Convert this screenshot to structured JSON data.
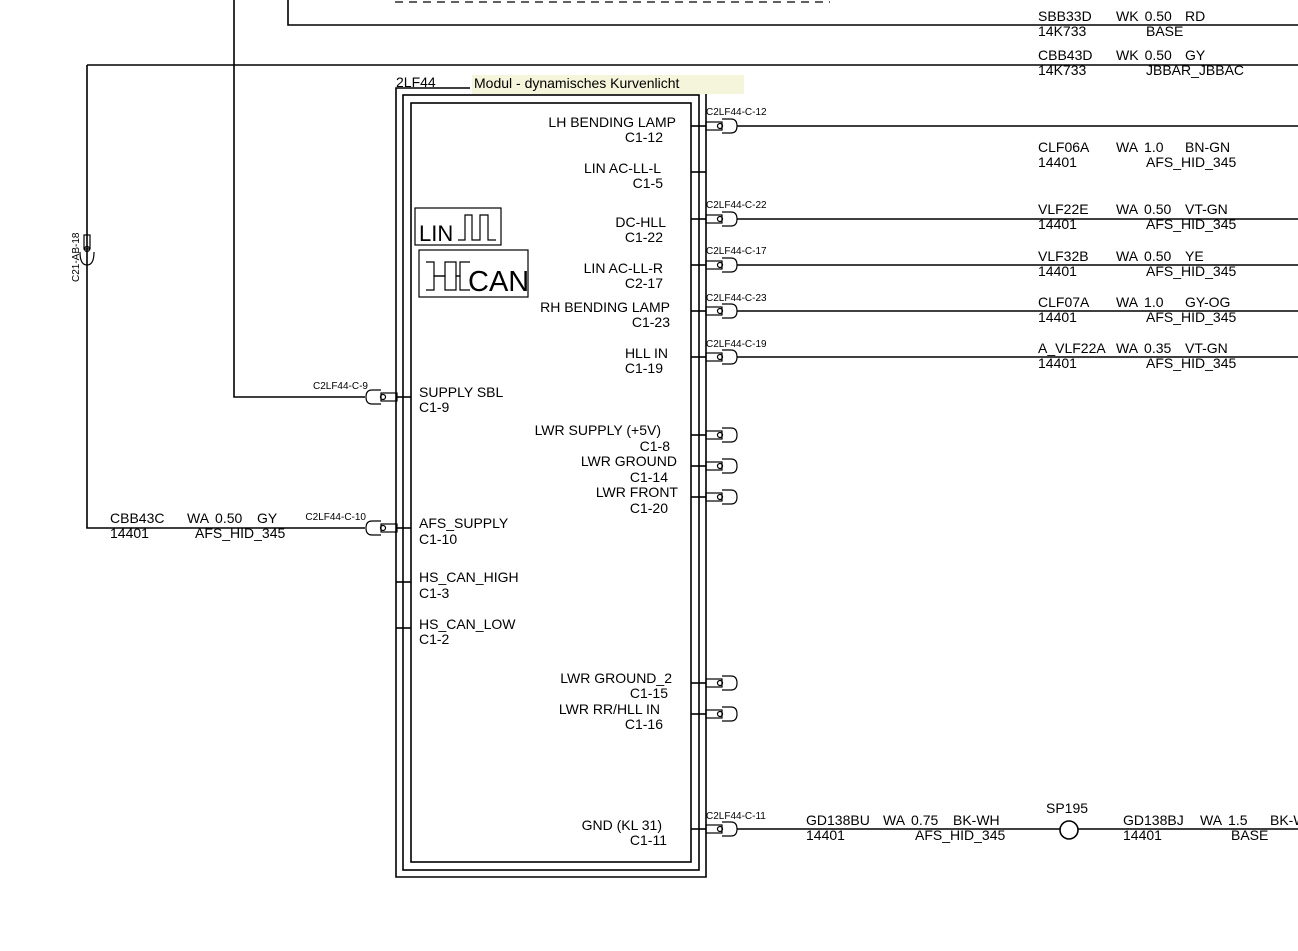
{
  "module": {
    "id": "2LF44",
    "title": "Modul - dynamisches Kurvenlicht",
    "badge_lin": "LIN",
    "badge_can": "CAN",
    "left_pins": [
      {
        "name": "SUPPLY SBL",
        "pin": "C1-9"
      },
      {
        "name": "AFS_SUPPLY",
        "pin": "C1-10"
      },
      {
        "name": "HS_CAN_HIGH",
        "pin": "C1-3"
      },
      {
        "name": "HS_CAN_LOW",
        "pin": "C1-2"
      }
    ],
    "right_pins": [
      {
        "name": "LH BENDING LAMP",
        "pin": "C1-12"
      },
      {
        "name": "LIN AC-LL-L",
        "pin": "C1-5"
      },
      {
        "name": "DC-HLL",
        "pin": "C1-22"
      },
      {
        "name": "LIN AC-LL-R",
        "pin": "C2-17"
      },
      {
        "name": "RH BENDING LAMP",
        "pin": "C1-23"
      },
      {
        "name": "HLL IN",
        "pin": "C1-19"
      },
      {
        "name": "LWR SUPPLY (+5V)",
        "pin": "C1-8"
      },
      {
        "name": "LWR GROUND",
        "pin": "C1-14"
      },
      {
        "name": "LWR FRONT",
        "pin": "C1-20"
      },
      {
        "name": "LWR GROUND_2",
        "pin": "C1-15"
      },
      {
        "name": "LWR RR/HLL IN",
        "pin": "C1-16"
      },
      {
        "name": "GND (KL 31)",
        "pin": "C1-11"
      }
    ]
  },
  "connectors": {
    "c12": "C2LF44-C-12",
    "c22": "C2LF44-C-22",
    "c17": "C2LF44-C-17",
    "c23": "C2LF44-C-23",
    "c19": "C2LF44-C-19",
    "c11": "C2LF44-C-11",
    "c9": "C2LF44-C-9",
    "c10": "C2LF44-C-10",
    "ab18": "C21-AB-18"
  },
  "wires": [
    {
      "id": "SBB33D",
      "type": "WK",
      "gauge": "0.50",
      "color": "RD",
      "code": "14K733",
      "harness": "BASE"
    },
    {
      "id": "CBB43D",
      "type": "WK",
      "gauge": "0.50",
      "color": "GY",
      "code": "14K733",
      "harness": "JBBAR_JBBAC"
    },
    {
      "id": "CLF06A",
      "type": "WA",
      "gauge": "1.0",
      "color": "BN-GN",
      "code": "14401",
      "harness": "AFS_HID_345"
    },
    {
      "id": "VLF22E",
      "type": "WA",
      "gauge": "0.50",
      "color": "VT-GN",
      "code": "14401",
      "harness": "AFS_HID_345"
    },
    {
      "id": "VLF32B",
      "type": "WA",
      "gauge": "0.50",
      "color": "YE",
      "code": "14401",
      "harness": "AFS_HID_345"
    },
    {
      "id": "CLF07A",
      "type": "WA",
      "gauge": "1.0",
      "color": "GY-OG",
      "code": "14401",
      "harness": "AFS_HID_345"
    },
    {
      "id": "A_VLF22A",
      "type": "WA",
      "gauge": "0.35",
      "color": "VT-GN",
      "code": "14401",
      "harness": "AFS_HID_345"
    },
    {
      "id": "CBB43C",
      "type": "WA",
      "gauge": "0.50",
      "color": "GY",
      "code": "14401",
      "harness": "AFS_HID_345"
    },
    {
      "id": "GD138BU",
      "type": "WA",
      "gauge": "0.75",
      "color": "BK-WH",
      "code": "14401",
      "harness": "AFS_HID_345"
    },
    {
      "id": "GD138BJ",
      "type": "WA",
      "gauge": "1.5",
      "color": "BK-W",
      "code": "14401",
      "harness": "BASE"
    }
  ],
  "splice": {
    "id": "SP195"
  },
  "colors": {
    "line": "#000000",
    "title_bg": "#f5f5dc"
  }
}
